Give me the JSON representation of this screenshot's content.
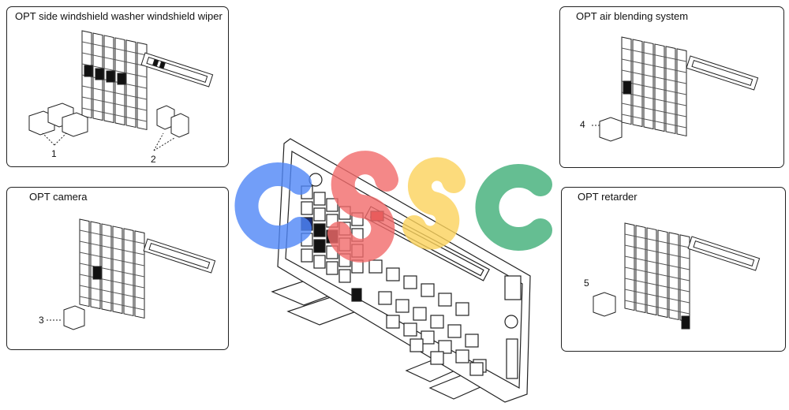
{
  "panels": {
    "washer": {
      "title": "OPT side windshield washer  windshield wiper",
      "callouts": [
        "1",
        "2"
      ]
    },
    "camera": {
      "title": "OPT camera",
      "callouts": [
        "3"
      ]
    },
    "air": {
      "title": "OPT air blending system",
      "callouts": [
        "4"
      ]
    },
    "retarder": {
      "title": "OPT retarder",
      "callouts": [
        "5"
      ]
    }
  },
  "watermark": {
    "text": "CSSC",
    "colors": [
      "#4f86f7",
      "#f26b6b",
      "#fcd35c",
      "#3fae78"
    ]
  },
  "colors": {
    "line": "#222222",
    "filled": "#111111",
    "highlight": "#c62828",
    "blue": "#1a2a6c"
  }
}
